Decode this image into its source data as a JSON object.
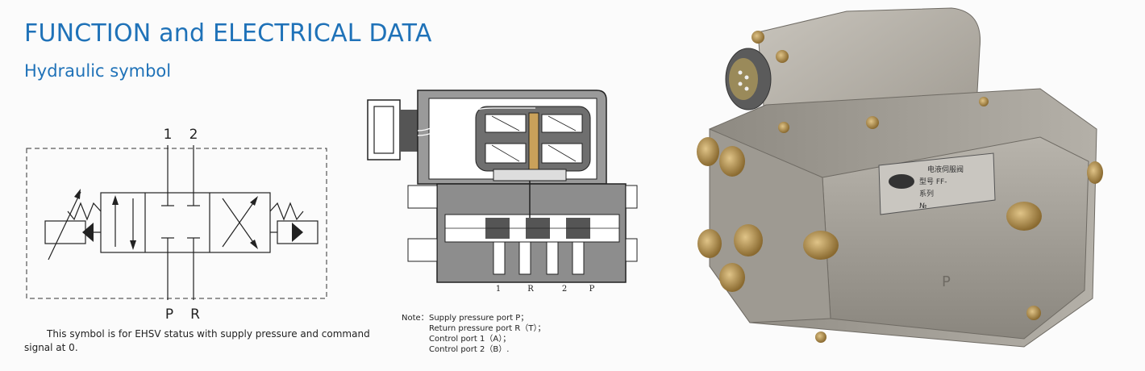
{
  "header": {
    "title": "FUNCTION and ELECTRICAL DATA",
    "subtitle": "Hydraulic symbol"
  },
  "symbol": {
    "port_1": "1",
    "port_2": "2",
    "port_p": "P",
    "port_r": "R",
    "caption": "This symbol is for EHSV status with supply pressure  and command signal at 0."
  },
  "section": {
    "port_labels": [
      "1",
      "R",
      "2",
      "P"
    ],
    "note_label": "Note：",
    "note_lines": [
      "Supply pressure port P；",
      "Return pressure port R（T）；",
      "Control port 1（A）；",
      "Control port 2（B）."
    ]
  },
  "photo": {
    "nameplate_rows": [
      "电液伺服阀",
      "型号 FF-",
      "系列",
      "№"
    ],
    "body_mark": "P"
  },
  "colors": {
    "accent": "#1f72b8",
    "metal": "#a8a49c",
    "brass": "#b8924a"
  }
}
